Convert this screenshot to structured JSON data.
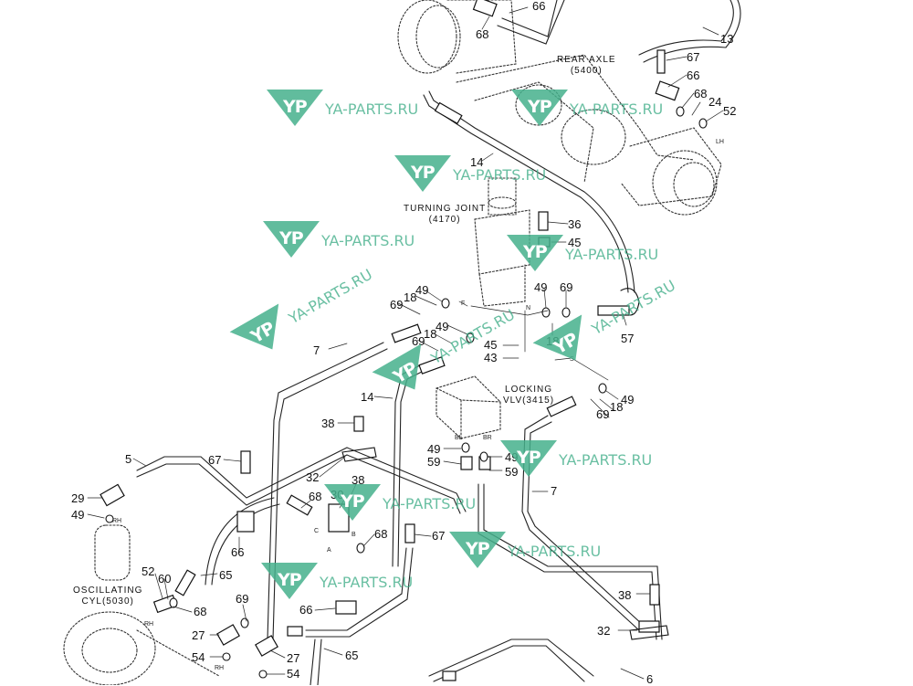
{
  "assemblies": {
    "rear_axle": {
      "name": "REAR AXLE",
      "code": "(5400)"
    },
    "turning_joint": {
      "name": "TURNING JOINT",
      "code": "(4170)"
    },
    "locking_valve": {
      "name": "LOCKING",
      "code": "VLV(3415)"
    },
    "oscillating_cyl": {
      "name": "OSCILLATING",
      "code": "CYL(5030)"
    }
  },
  "callouts": {
    "c66a": "66",
    "c68a": "68",
    "c13": "13",
    "c67a": "67",
    "c66b": "66",
    "c68b": "68",
    "c24": "24",
    "c52a": "52",
    "c14a": "14",
    "c36": "36",
    "c45a": "45",
    "c49a": "49",
    "c18a": "18",
    "c69a": "69",
    "c49b": "49",
    "c69b": "69",
    "c49c": "49",
    "c18b": "18",
    "c69c": "69",
    "c18c": "18",
    "c57": "57",
    "c45b": "45",
    "c43": "43",
    "c7a": "7",
    "c14b": "14",
    "c49d": "49",
    "c69d": "69",
    "c18d": "18",
    "c38a": "38",
    "c49e": "49",
    "c59a": "59",
    "c49f": "49",
    "c59b": "59",
    "c5": "5",
    "c67b": "67",
    "c32a": "32",
    "c38b": "38",
    "c30": "30",
    "c29": "29",
    "c49g": "49",
    "c68c": "68",
    "c68d": "68",
    "c67c": "67",
    "c7b": "7",
    "c66c": "66",
    "c65a": "65",
    "c52b": "52",
    "c60": "60",
    "c68e": "68",
    "c69e": "69",
    "c66d": "66",
    "c27a": "27",
    "c54a": "54",
    "c27b": "27",
    "c54b": "54",
    "c65b": "65",
    "c38c": "38",
    "c32b": "32",
    "c6": "6"
  },
  "ports": {
    "F": "F",
    "N": "N",
    "S": "S",
    "BL": "BL",
    "BR": "BR",
    "C": "C",
    "A": "A",
    "B": "B",
    "RH1": "RH",
    "RH2": "RH",
    "RH3": "RH",
    "LH": "LH"
  },
  "watermark": {
    "mark": "YP",
    "text": "YA-PARTS.RU",
    "color": "#45b08c"
  }
}
